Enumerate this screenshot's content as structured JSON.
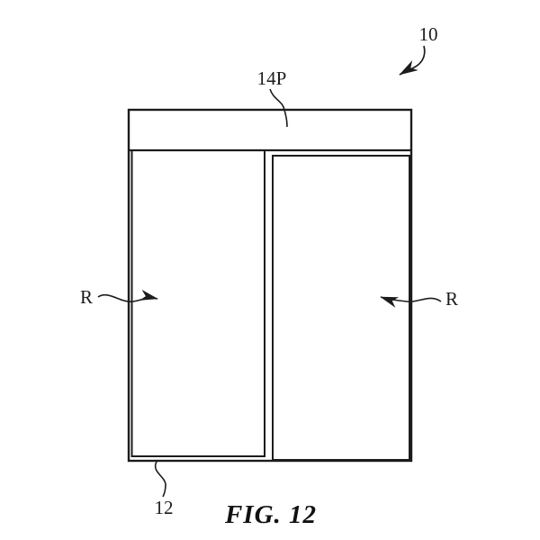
{
  "figure": {
    "caption": "FIG. 12",
    "labels": {
      "assembly": "10",
      "top_portion": "14P",
      "bottom_edge": "12",
      "region_left": "R",
      "region_right": "R"
    },
    "colors": {
      "line": "#1c1c1c",
      "background": "#ffffff"
    }
  }
}
